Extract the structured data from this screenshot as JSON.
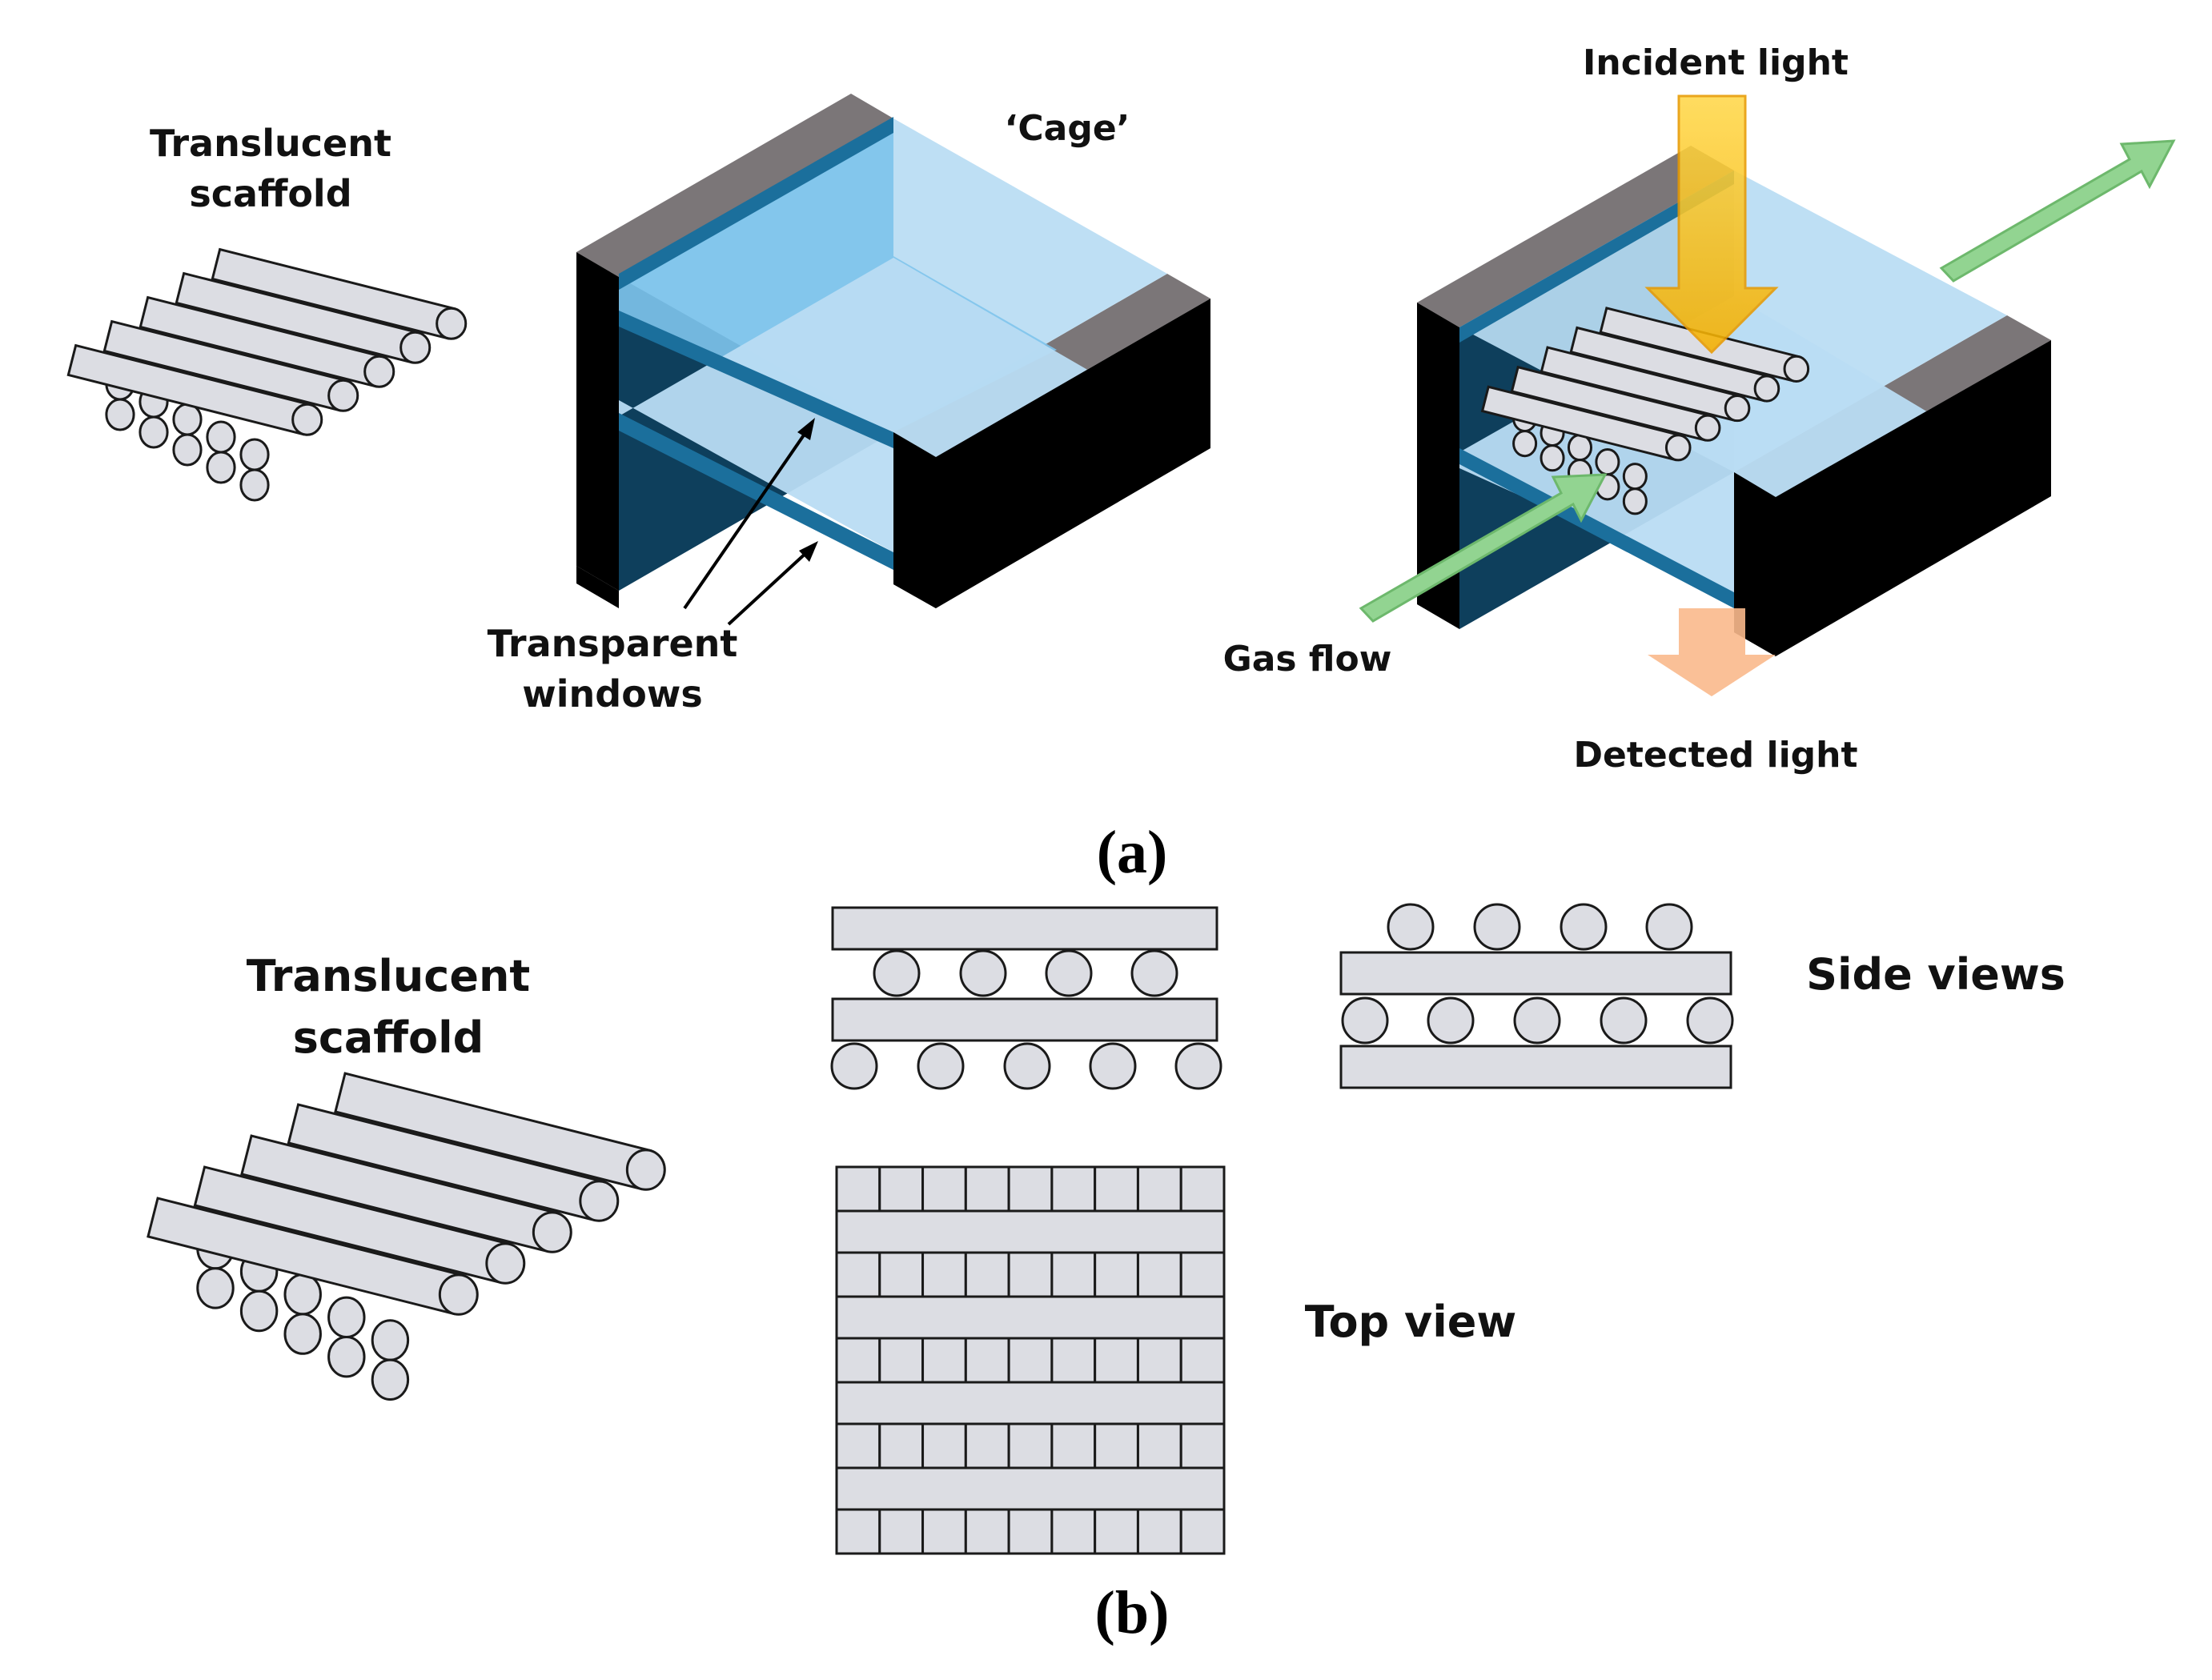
{
  "panel_a": {
    "scaffold_label_line1": "Translucent",
    "scaffold_label_line2": "scaffold",
    "cage_label": "‘Cage’",
    "windows_label_line1": "Transparent",
    "windows_label_line2": "windows",
    "incident_light_label": "Incident light",
    "gas_flow_label": "Gas flow",
    "detected_light_label": "Detected light",
    "panel_label": "(a)"
  },
  "panel_b": {
    "scaffold_label_line1": "Translucent",
    "scaffold_label_line2": "scaffold",
    "side_views_label": "Side views",
    "top_view_label": "Top view",
    "panel_label": "(b)"
  },
  "colors": {
    "cage_frame": "#000000",
    "cage_top_edge": "#7b7678",
    "window_light": "#b9dcf3",
    "window_mid": "#7ec4ec",
    "window_dark": "#0e405e",
    "window_edge": "#1b6f9c",
    "incident_arrow": "#ffc000",
    "gas_arrow": "#92d491",
    "detected_arrow": "#f9b98c",
    "rod_fill": "#dcdde3"
  }
}
